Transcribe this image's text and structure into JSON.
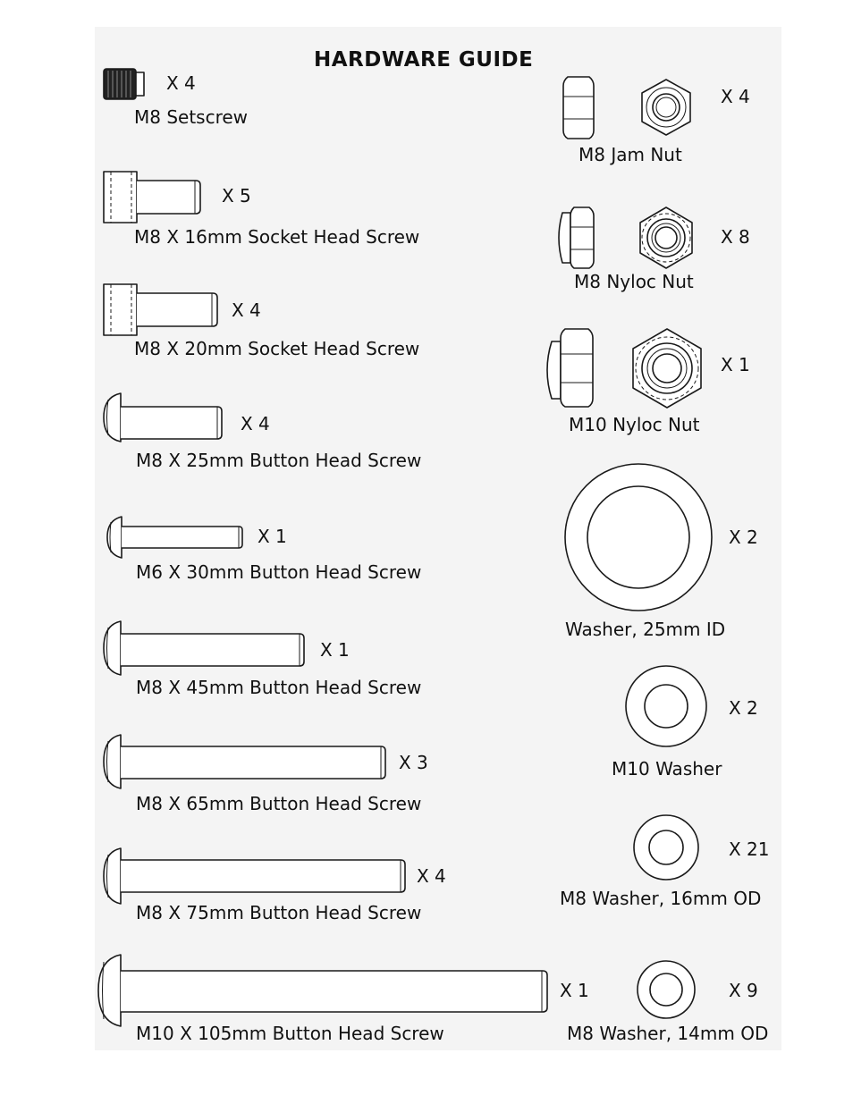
{
  "title": "HARDWARE GUIDE",
  "left_items": [
    {
      "label": "M8 Setscrew",
      "qty": "X 4"
    },
    {
      "label": "M8 X 16mm Socket Head Screw",
      "qty": "X 5"
    },
    {
      "label": "M8 X 20mm Socket Head Screw",
      "qty": "X 4"
    },
    {
      "label": "M8 X 25mm Button Head Screw",
      "qty": "X 4"
    },
    {
      "label": "M6 X 30mm Button Head Screw",
      "qty": "X 1"
    },
    {
      "label": "M8 X 45mm Button Head Screw",
      "qty": "X 1"
    },
    {
      "label": "M8 X 65mm Button Head Screw",
      "qty": "X 3"
    },
    {
      "label": "M8 X 75mm Button Head Screw",
      "qty": "X 4"
    },
    {
      "label": "M10 X 105mm Button Head Screw",
      "qty": "X 1"
    }
  ],
  "right_items": [
    {
      "label": "M8 Jam Nut",
      "qty": "X 4"
    },
    {
      "label": "M8 Nyloc Nut",
      "qty": "X 8"
    },
    {
      "label": "M10 Nyloc Nut",
      "qty": "X 1"
    },
    {
      "label": "Washer, 25mm ID",
      "qty": "X 2"
    },
    {
      "label": "M10 Washer",
      "qty": "X 2"
    },
    {
      "label": "M8 Washer, 16mm OD",
      "qty": "X 21"
    },
    {
      "label": "M8 Washer, 14mm OD",
      "qty": "X 9"
    }
  ]
}
